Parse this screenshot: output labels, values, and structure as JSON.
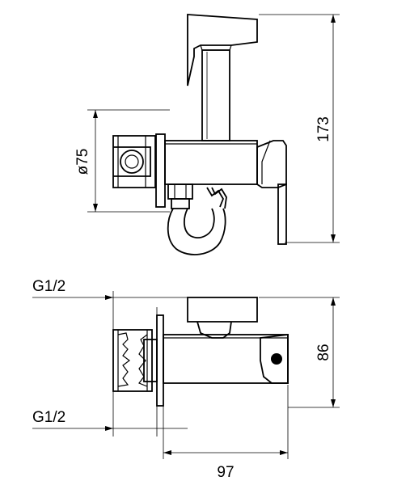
{
  "diagram": {
    "dimensions": {
      "diameter_label": "ø75",
      "height_total_label": "173",
      "height_lower_label": "86",
      "width_label": "97",
      "thread_top_label": "G1/2",
      "thread_bottom_label": "G1/2"
    },
    "colors": {
      "line": "#000000",
      "background": "#ffffff"
    }
  }
}
